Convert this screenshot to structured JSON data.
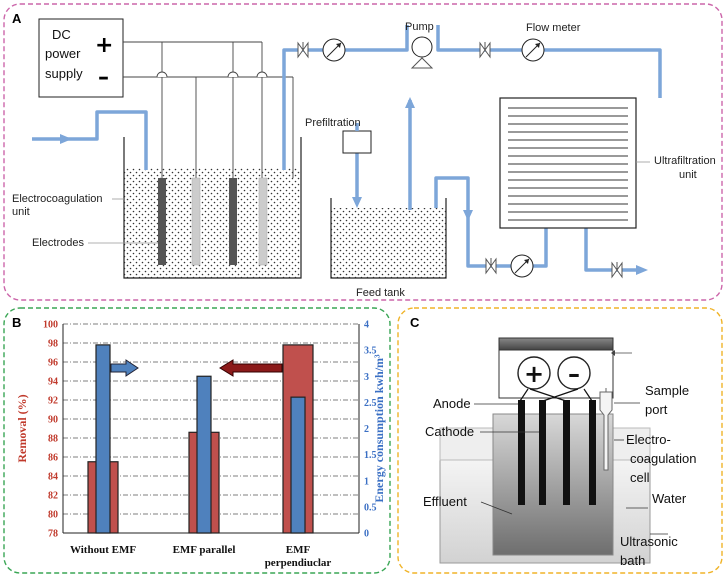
{
  "panel_a": {
    "letter": "A",
    "power_supply_line1": "DC",
    "power_supply_line2": "power",
    "power_supply_line3": "supply",
    "plus_sign": "+",
    "minus_sign": "–",
    "electrocoagulation_line1": "Electrocoagulation",
    "electrocoagulation_line2": "unit",
    "electrodes": "Electrodes",
    "prefiltration": "Prefiltration",
    "pump": "Pump",
    "flow_meter": "Flow meter",
    "ultrafiltration_line1": "Ultrafiltration",
    "ultrafiltration_line2": "unit",
    "feed_tank": "Feed tank",
    "colors": {
      "border": "#cc66aa",
      "pipe": "#7da6d9"
    }
  },
  "panel_b": {
    "letter": "B",
    "colors": {
      "border": "#3aa655",
      "removal": "#c0504d",
      "energy": "#4f81bd",
      "left_axis": "#c0392b",
      "right_axis": "#3a6fc4"
    },
    "chart_data": {
      "type": "bar",
      "categories": [
        "Without EMF",
        "EMF parallel",
        "EMF perpendiuclar"
      ],
      "category_line2": [
        "",
        "",
        "perpendiuclar"
      ],
      "category_line1": [
        "Without EMF",
        "EMF parallel",
        "EMF"
      ],
      "series": [
        {
          "name": "",
          "axis": "left",
          "values": [
            85.5,
            88.6,
            97.8
          ]
        },
        {
          "name": "",
          "axis": "right",
          "values": [
            3.6,
            3.0,
            2.6
          ]
        }
      ],
      "ylabel_left": "Removal (%)",
      "ylabel_right": "Energy consumption kwh/m³",
      "ylim_left": [
        78,
        100
      ],
      "ylim_right": [
        0,
        4
      ],
      "yticks_left": [
        "78",
        "80",
        "82",
        "84",
        "86",
        "88",
        "90",
        "92",
        "94",
        "96",
        "98",
        "100"
      ],
      "yticks_right": [
        "0",
        "0.5",
        "1",
        "1.5",
        "2",
        "2.5",
        "3",
        "3.5",
        "4"
      ],
      "grid": true
    }
  },
  "panel_c": {
    "letter": "C",
    "plus_sign": "+",
    "minus_sign": "–",
    "anode": "Anode",
    "cathode": "Cathode",
    "sample_line1": "Sample",
    "sample_line2": "port",
    "electro_line1": "Electro-",
    "electro_line2": "coagulation",
    "electro_line3": "cell",
    "water": "Water",
    "effluent": "Effluent",
    "ultrasonic_line1": "Ultrasonic",
    "ultrasonic_line2": "bath",
    "colors": {
      "border": "#f0b429"
    }
  }
}
